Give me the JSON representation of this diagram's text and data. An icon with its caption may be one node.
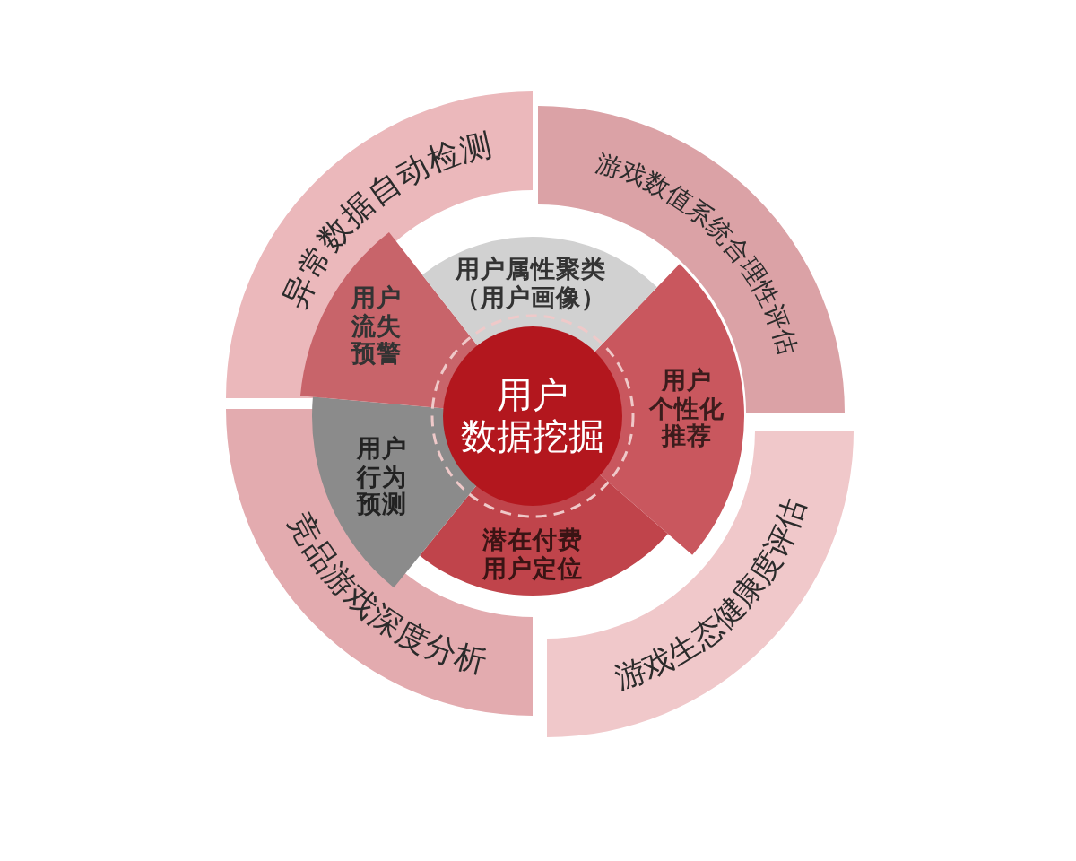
{
  "diagram": {
    "nodes": [
      {
        "text": [
          "用户数据挖掘"
        ]
      },
      {
        "text": [
          "用户属性聚类（用户画像）"
        ]
      },
      {
        "text": [
          "用户个性化推荐"
        ]
      },
      {
        "text": [
          "潜在付费用户定位"
        ]
      },
      {
        "text": [
          "用户行为预测"
        ]
      },
      {
        "text": [
          "用户流失预警"
        ]
      },
      {
        "text": [
          "异常数据自动检测"
        ]
      },
      {
        "text": [
          "游戏数值系统合理性评估"
        ]
      },
      {
        "text": [
          "游戏生态健康度评估"
        ]
      },
      {
        "text": [
          "竞品游戏深度分析"
        ]
      }
    ]
  }
}
